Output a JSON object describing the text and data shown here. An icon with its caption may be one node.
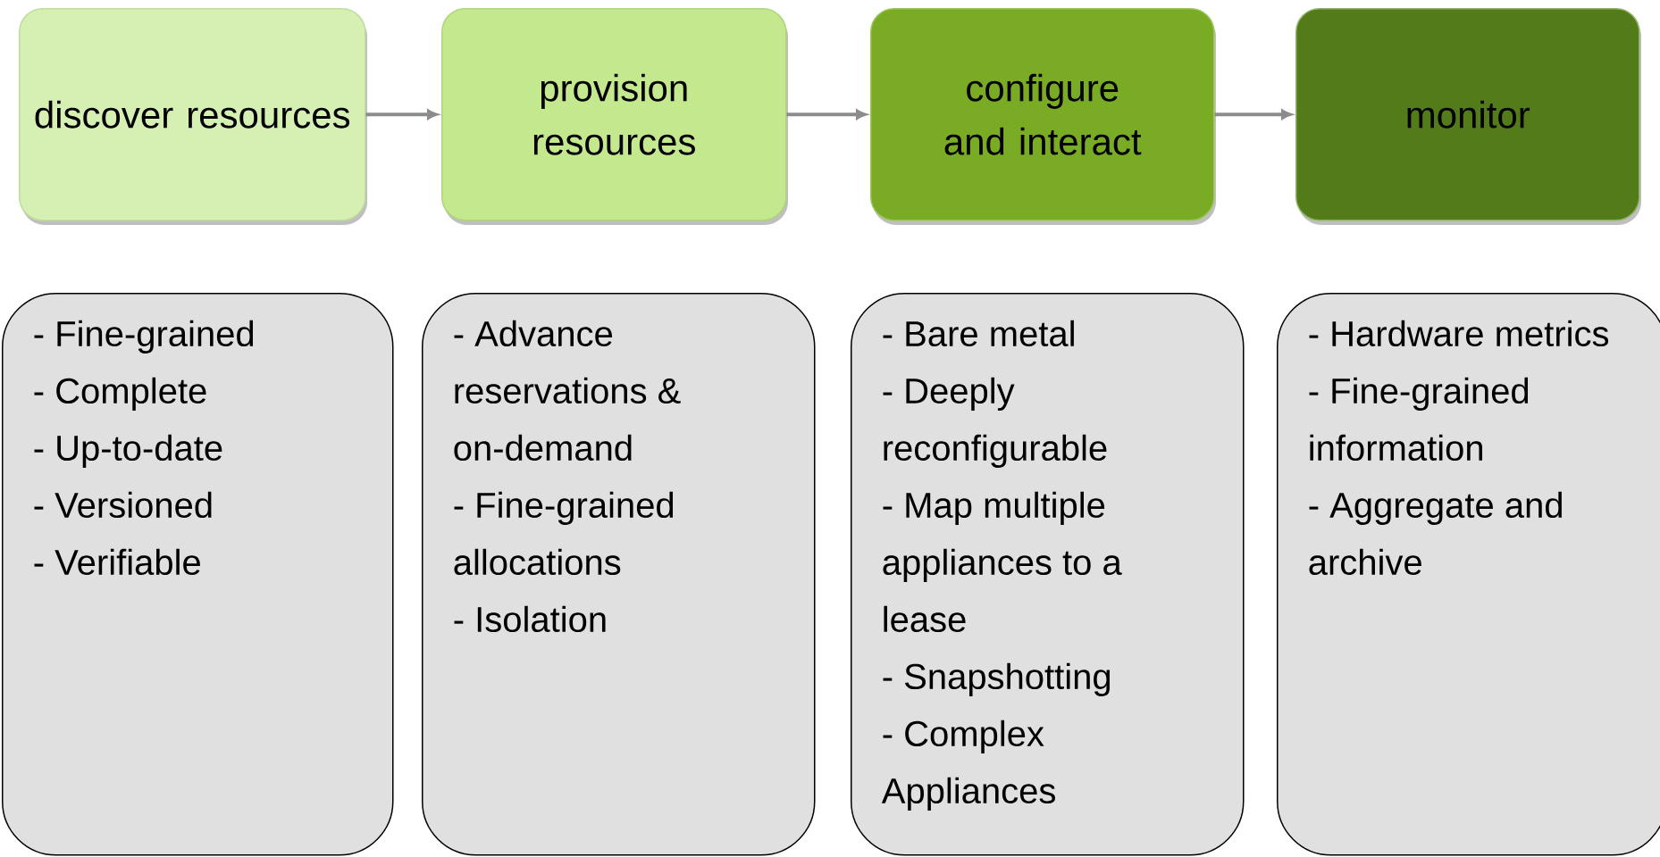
{
  "diagram": {
    "nodes": [
      {
        "text": [
          "discover resources"
        ]
      },
      {
        "text": [
          "provision resources"
        ]
      },
      {
        "text": [
          "configure and interact"
        ]
      },
      {
        "text": [
          "monitor"
        ]
      },
      {
        "text": [
          "- Fine-grained",
          "- Complete",
          "- Up-to-date",
          "- Versioned",
          "- Verifiable"
        ]
      },
      {
        "text": [
          "- Advance reservations & on-demand",
          "- Fine-grained allocations",
          "- Isolation"
        ]
      },
      {
        "text": [
          "- Bare metal",
          "- Deeply reconfigurable",
          "- Map multiple appliances to a lease",
          "- Snapshotting",
          "- Complex Appliances"
        ]
      },
      {
        "text": [
          "- Hardware metrics",
          "- Fine-grained information",
          "- Aggregate and archive"
        ]
      }
    ],
    "edges": [
      {
        "from": 0,
        "to": 1,
        "arrow": "to"
      },
      {
        "from": 1,
        "to": 2,
        "arrow": "to"
      },
      {
        "from": 2,
        "to": 3,
        "arrow": "to"
      }
    ]
  }
}
